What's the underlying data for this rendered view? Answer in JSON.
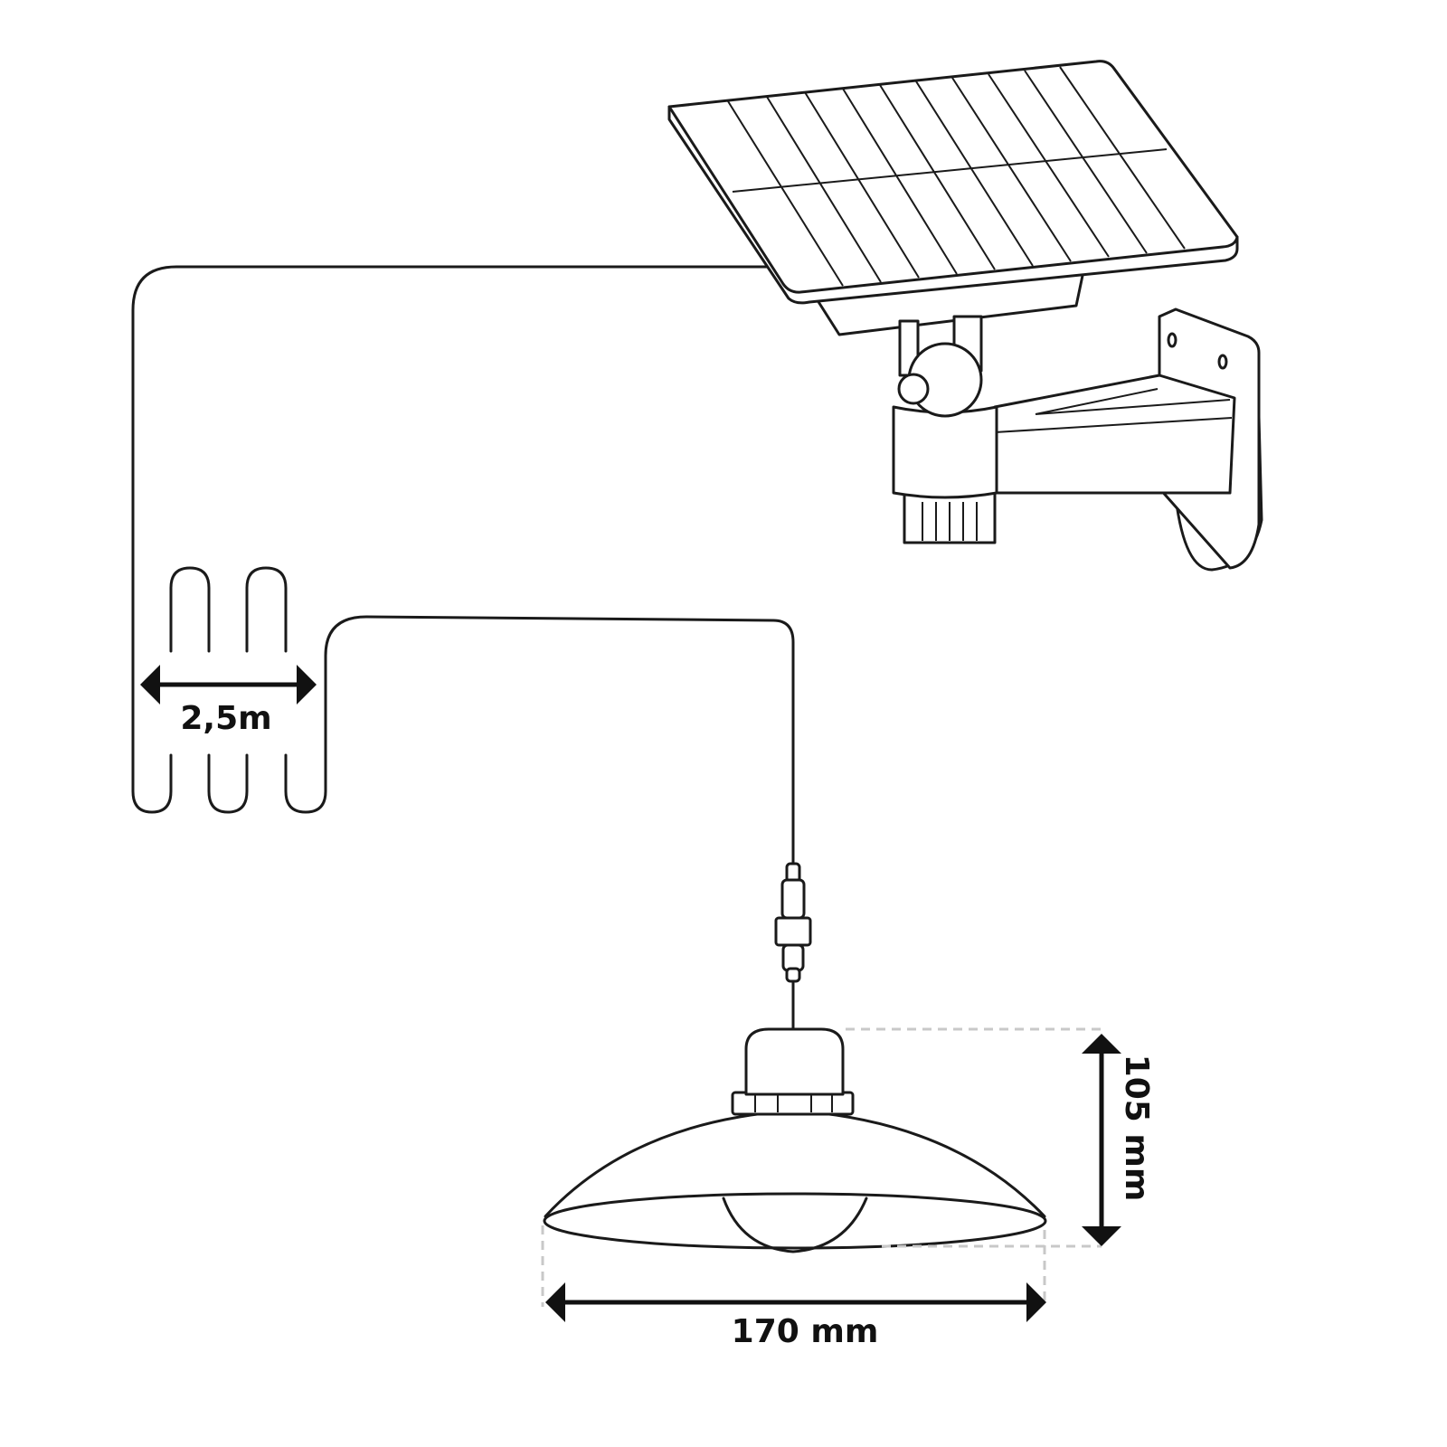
{
  "labels": {
    "cable_length": "2,5m",
    "lamp_width": "170 mm",
    "lamp_height": "105 mm"
  },
  "colors": {
    "line": "#1a1a1a",
    "guide": "#c8c8c8"
  }
}
